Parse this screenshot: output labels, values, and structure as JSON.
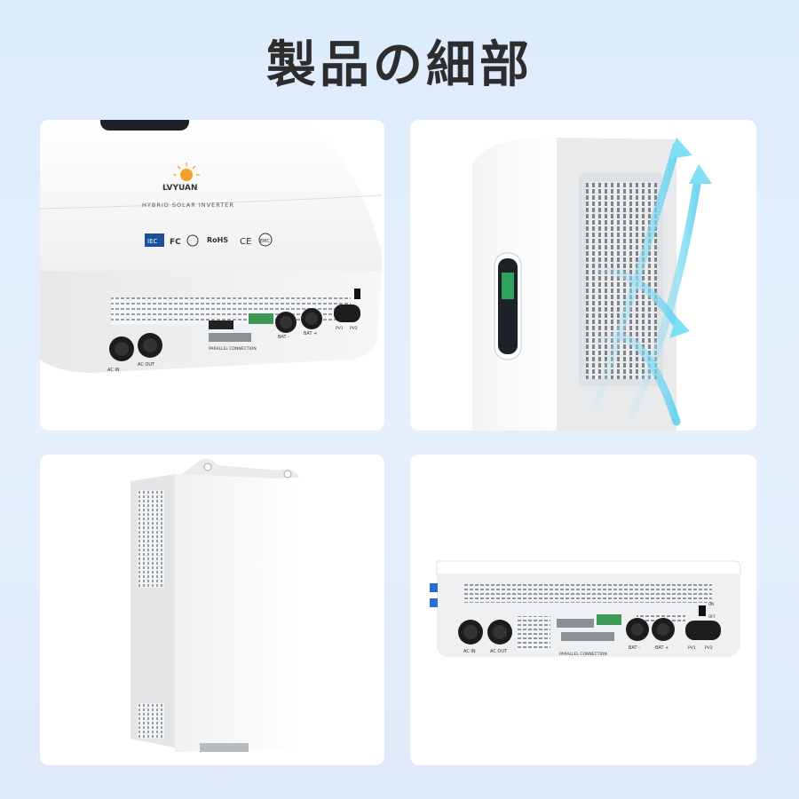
{
  "header": {
    "title": "製品の細部"
  },
  "panel1": {
    "brand": "LVYUAN",
    "subtitle": "HYBRID SOLAR INVERTER",
    "cert_iec": "IEC",
    "cert_fc": "FC",
    "cert_rohs": "RoHS",
    "cert_ce": "CE",
    "cert_emc": "EMC",
    "port_ac_in": "AC IN",
    "port_ac_out": "AC OUT",
    "port_bat_neg": "BAT -",
    "port_bat_pos": "BAT +",
    "port_pv1": "PV1",
    "port_pv2": "PV2",
    "parallel": "PARALLEL CONNECTION"
  },
  "panel4": {
    "port_ac_in": "AC IN",
    "port_ac_out": "AC OUT",
    "port_bat_neg": "BAT -",
    "port_bat_pos": "BAT +",
    "port_pv1": "PV1",
    "port_pv2": "PV2",
    "parallel": "PARALLEL CONNECTION",
    "switch_on": "ON",
    "switch_off": "OFF"
  }
}
